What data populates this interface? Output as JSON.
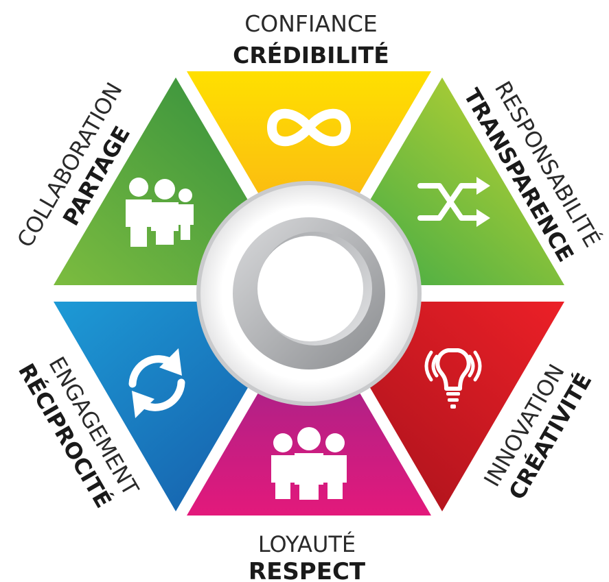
{
  "segments": [
    {
      "id": "top",
      "label_light": "CONFIANCE",
      "label_bold": "CRÉDIBILITÉ",
      "icon": "infinity-icon",
      "colors": [
        "#ffe000",
        "#f8a51c"
      ]
    },
    {
      "id": "upper-right",
      "label_light": "RESPONSABILITÉ",
      "label_bold": "TRANSPARENCE",
      "icon": "shuffle-icon",
      "colors": [
        "#c6d530",
        "#37a848"
      ]
    },
    {
      "id": "lower-right",
      "label_light": "INNOVATION",
      "label_bold": "CRÉATIVITÉ",
      "icon": "lightbulb-icon",
      "colors": [
        "#ec2027",
        "#a3111b"
      ]
    },
    {
      "id": "bottom",
      "label_light": "LOYAUTÉ",
      "label_bold": "RESPECT",
      "icon": "group-icon",
      "colors": [
        "#e3197b",
        "#8e268f"
      ]
    },
    {
      "id": "lower-left",
      "label_light": "ENGAGEMENT",
      "label_bold": "RÉCIPROCITÉ",
      "icon": "sync-arrows-icon",
      "colors": [
        "#1d9ad6",
        "#1558a6"
      ]
    },
    {
      "id": "upper-left",
      "label_light": "COLLABORATION",
      "label_bold": "PARTAGE",
      "icon": "team-icon",
      "colors": [
        "#7cbc3f",
        "#2e8c3e"
      ]
    }
  ],
  "center": {
    "icon": "ring-logo-icon",
    "ring_colors": [
      "#d9dadc",
      "#8b8d90"
    ]
  }
}
